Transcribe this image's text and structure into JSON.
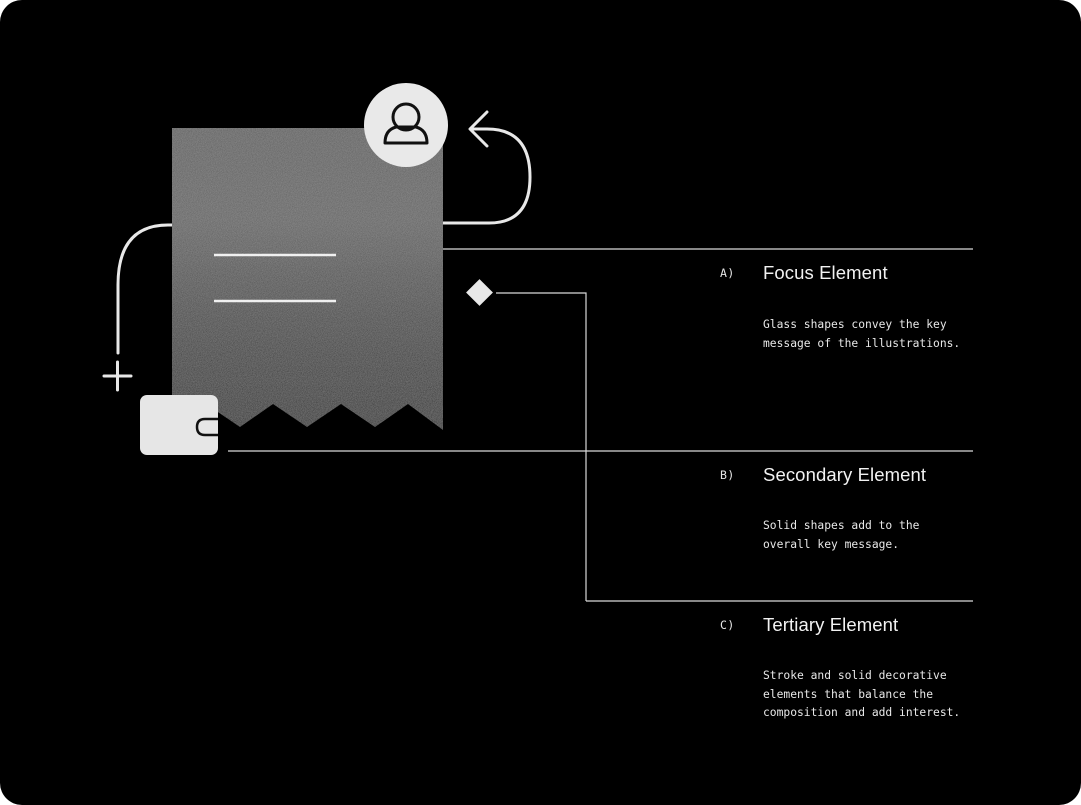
{
  "background_color": "#000000",
  "line_color": "#e6e6e6",
  "legend": [
    {
      "letter": "A)",
      "title": "Focus Element",
      "description": "Glass shapes convey the key\nmessage of the illustrations."
    },
    {
      "letter": "B)",
      "title": "Secondary Element",
      "description": "Solid shapes add to the\noverall key message."
    },
    {
      "letter": "C)",
      "title": "Tertiary Element",
      "description": "Stroke and solid decorative\nelements that balance the\ncomposition and add interest."
    }
  ],
  "illustration": {
    "focus_shape": "receipt",
    "secondary_shapes": [
      "user-icon",
      "wallet-icon"
    ],
    "tertiary_shapes": [
      "return-arrow-icon",
      "plus-icon",
      "diamond-icon",
      "connector-line"
    ]
  }
}
